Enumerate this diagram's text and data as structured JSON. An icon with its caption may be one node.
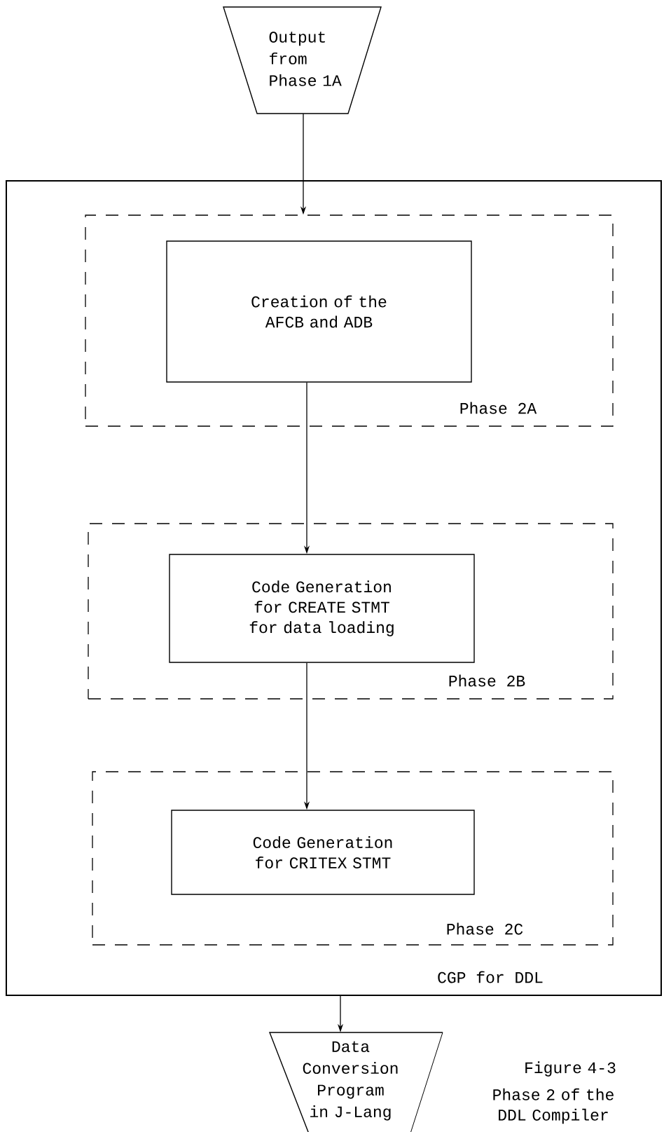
{
  "diagram": {
    "nodes": [
      {
        "text": [
          "Output from Phase 1A"
        ]
      },
      {
        "text": [
          "CGP for DDL"
        ]
      },
      {
        "text": [
          "Phase 2A"
        ],
        "in": 1
      },
      {
        "text": [
          "Creation of the AFCB and ADB"
        ],
        "in": 2
      },
      {
        "text": [
          "Phase 2B"
        ],
        "in": 1
      },
      {
        "text": [
          "Code Generation for CREATE STMT for data loading"
        ],
        "in": 4
      },
      {
        "text": [
          "Phase 2C"
        ],
        "in": 1
      },
      {
        "text": [
          "Code Generation for CRITEX STMT"
        ],
        "in": 6
      },
      {
        "text": [
          "Data Conversion Program in J-Lang"
        ]
      }
    ],
    "edges": [
      {
        "from": 0,
        "to": 2,
        "arrow": "to"
      },
      {
        "from": 3,
        "to": 5,
        "arrow": "to"
      },
      {
        "from": 5,
        "to": 7,
        "arrow": "to"
      },
      {
        "from": 1,
        "to": 8,
        "arrow": "to"
      }
    ],
    "labels": [
      "Figure 4-3",
      "Phase 2 of the DDL Compiler"
    ]
  }
}
